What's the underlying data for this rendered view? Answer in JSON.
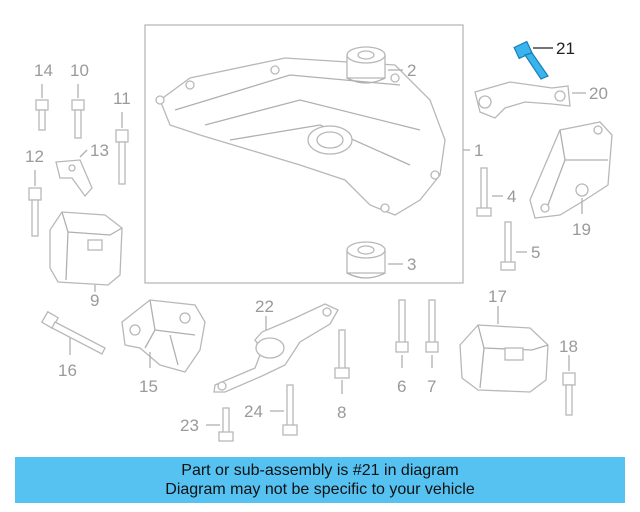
{
  "callouts": {
    "c1": "1",
    "c2": "2",
    "c3": "3",
    "c4": "4",
    "c5": "5",
    "c6": "6",
    "c7": "7",
    "c8": "8",
    "c9": "9",
    "c10": "10",
    "c11": "11",
    "c12": "12",
    "c13": "13",
    "c14": "14",
    "c15": "15",
    "c16": "16",
    "c17": "17",
    "c18": "18",
    "c19": "19",
    "c20": "20",
    "c21": "21",
    "c22": "22",
    "c23": "23",
    "c24": "24"
  },
  "highlight": {
    "part_number": "21",
    "color": "#3ab4ee"
  },
  "banner": {
    "line1": "Part or sub-assembly is #21 in diagram",
    "line2": "Diagram may not be specific to your vehicle",
    "background": "#55c2f2"
  }
}
